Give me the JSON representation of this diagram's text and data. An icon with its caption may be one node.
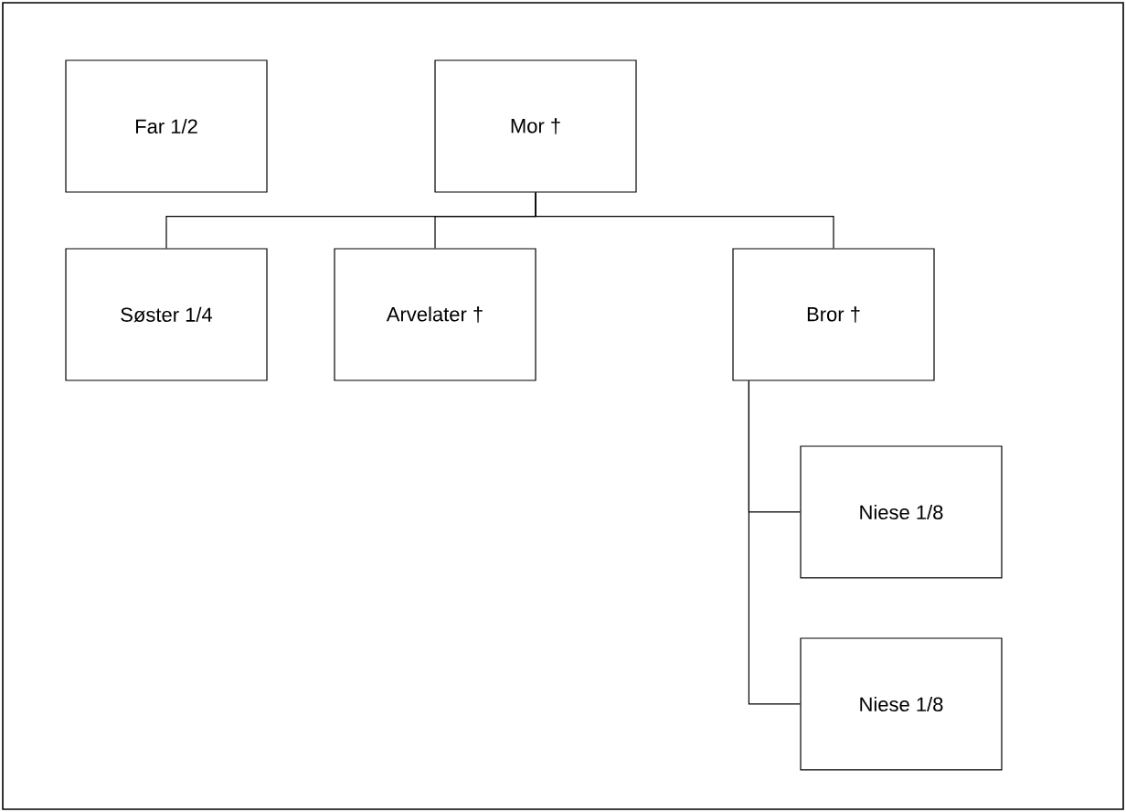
{
  "diagram": {
    "nodes": [
      {
        "text": [
          "Far 1/2"
        ]
      },
      {
        "text": [
          "Mor †"
        ]
      },
      {
        "text": [
          "Søster 1/4"
        ]
      },
      {
        "text": [
          "Arvelater †"
        ]
      },
      {
        "text": [
          "Bror †"
        ]
      },
      {
        "text": [
          "Niese 1/8"
        ]
      },
      {
        "text": [
          "Niese 1/8"
        ]
      }
    ],
    "edges": [
      {
        "from": 1,
        "to": 2,
        "arrow": "none"
      },
      {
        "from": 1,
        "to": 3,
        "arrow": "none"
      },
      {
        "from": 1,
        "to": 4,
        "arrow": "none"
      },
      {
        "from": 4,
        "to": 5,
        "arrow": "none"
      },
      {
        "from": 4,
        "to": 6,
        "arrow": "none"
      }
    ]
  }
}
